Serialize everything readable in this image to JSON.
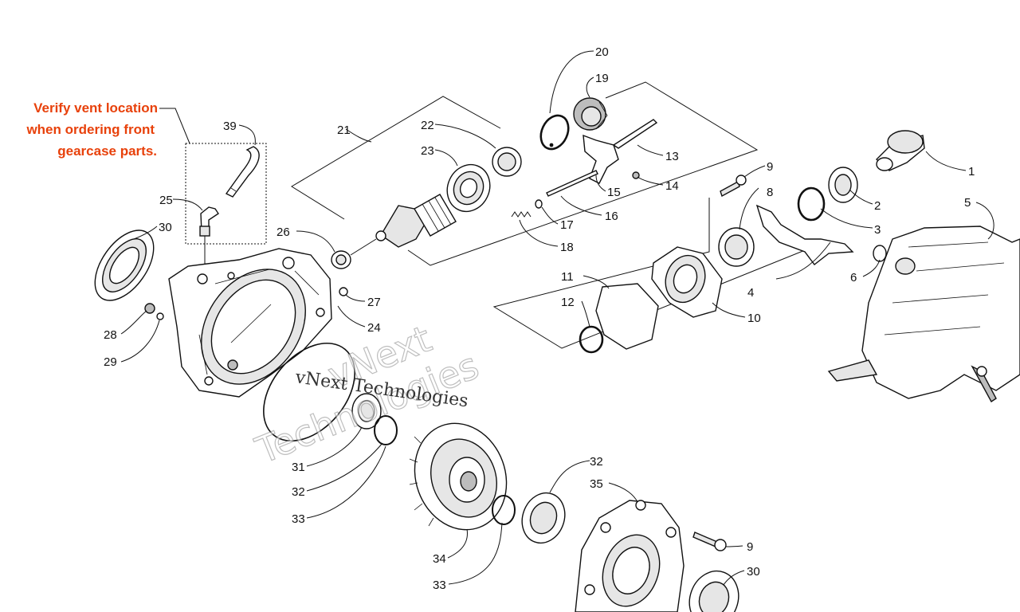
{
  "note": {
    "line1": "Verify vent location",
    "line2": "when ordering front",
    "line3": "gearcase parts.",
    "color": "#e8410b"
  },
  "callouts": {
    "c1": "1",
    "c2": "2",
    "c3": "3",
    "c4": "4",
    "c5": "5",
    "c6": "6",
    "c8": "8",
    "c9a": "9",
    "c9b": "9",
    "c10": "10",
    "c11": "11",
    "c12": "12",
    "c13": "13",
    "c14": "14",
    "c15": "15",
    "c16": "16",
    "c17": "17",
    "c18": "18",
    "c19": "19",
    "c20": "20",
    "c21": "21",
    "c22": "22",
    "c23": "23",
    "c24": "24",
    "c25": "25",
    "c26": "26",
    "c27": "27",
    "c28": "28",
    "c29": "29",
    "c30a": "30",
    "c30b": "30",
    "c31": "31",
    "c32a": "32",
    "c32b": "32",
    "c33a": "33",
    "c33b": "33",
    "c34": "34",
    "c35": "35",
    "c39": "39"
  },
  "watermark": {
    "brand_a": "vNext",
    "brand_b": "Technologies",
    "full": "vNext Technologies"
  }
}
